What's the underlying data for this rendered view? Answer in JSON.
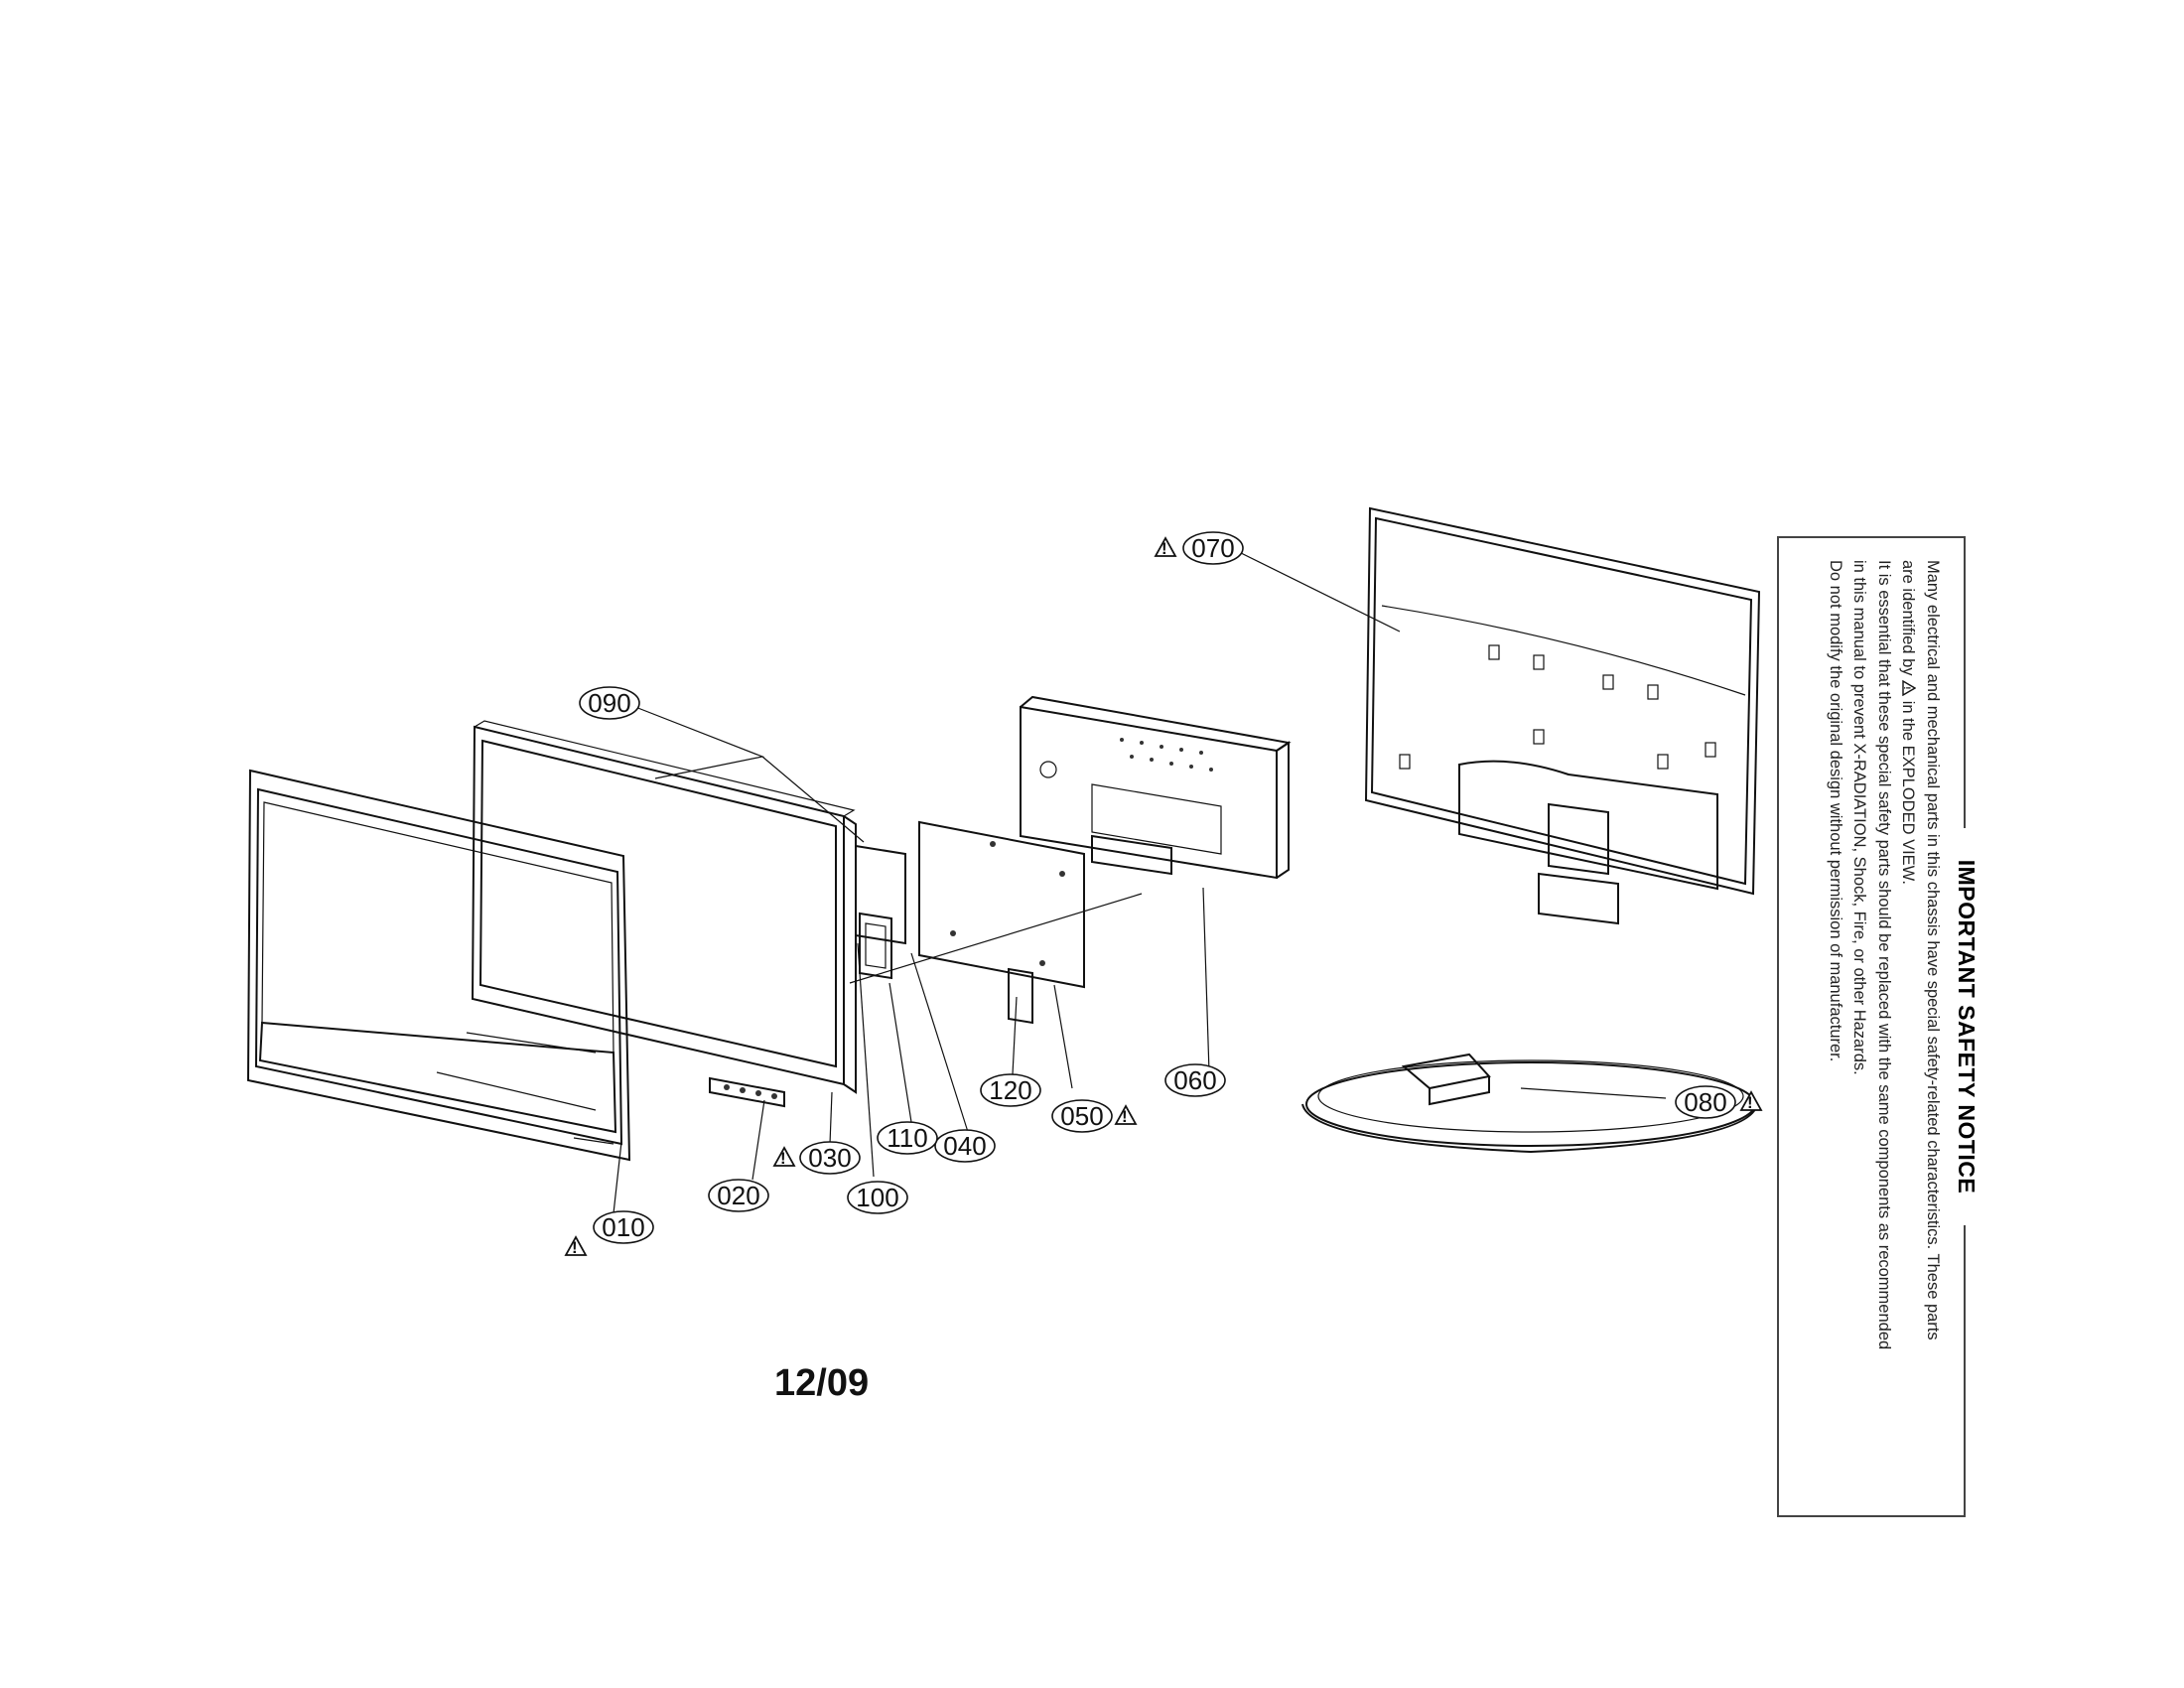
{
  "callouts": [
    {
      "id": "c010",
      "label": "010",
      "warning": true
    },
    {
      "id": "c020",
      "label": "020",
      "warning": false
    },
    {
      "id": "c030",
      "label": "030",
      "warning": true
    },
    {
      "id": "c040",
      "label": "040",
      "warning": false
    },
    {
      "id": "c050",
      "label": "050",
      "warning": true
    },
    {
      "id": "c060",
      "label": "060",
      "warning": false
    },
    {
      "id": "c070",
      "label": "070",
      "warning": true
    },
    {
      "id": "c080",
      "label": "080",
      "warning": true
    },
    {
      "id": "c090",
      "label": "090",
      "warning": false
    },
    {
      "id": "c100",
      "label": "100",
      "warning": false
    },
    {
      "id": "c110",
      "label": "110",
      "warning": false
    },
    {
      "id": "c120",
      "label": "120",
      "warning": false
    }
  ],
  "warning_symbol": "!",
  "date_code": "12/09",
  "notice": {
    "title": "IMPORTANT SAFETY NOTICE",
    "line1": "Many electrical and mechanical parts in this chassis have special safety-related characteristics. These parts",
    "line2_pre": "are identified by",
    "line2_post": "in the EXPLODED VIEW.",
    "line3": "It is essential that these special safety parts should be replaced with the same components as recommended",
    "line4": "in this manual to prevent X-RADIATION, Shock, Fire, or other Hazards.",
    "line5": "Do not modify the original design without permission of manufacturer."
  },
  "icons": {
    "warning": "warning-triangle-icon"
  }
}
